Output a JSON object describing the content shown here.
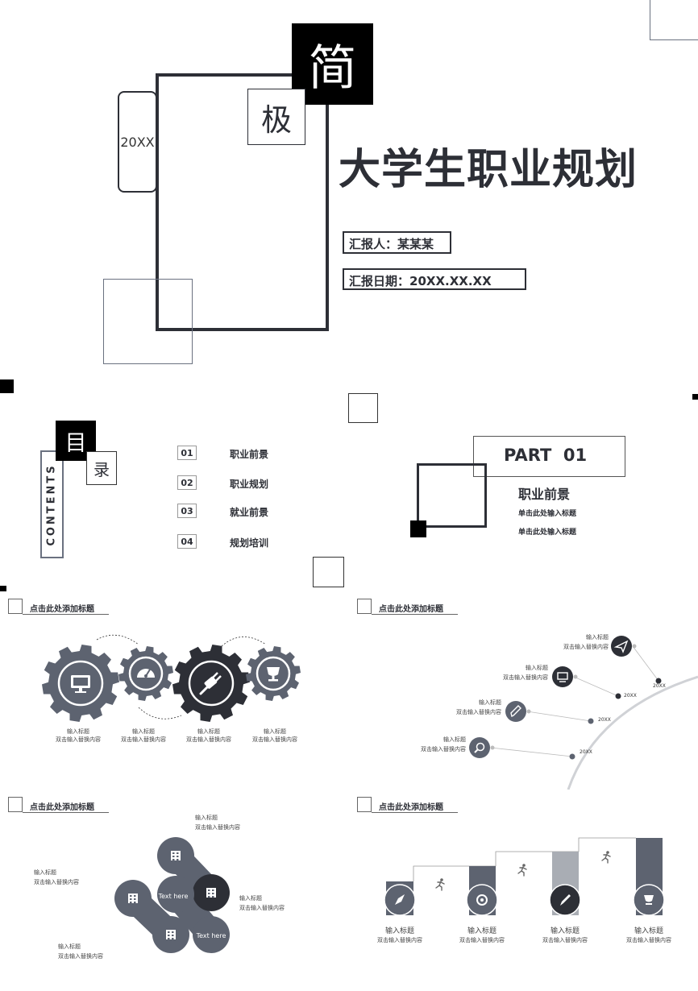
{
  "cover": {
    "jian": "简",
    "ji": "极",
    "year": "20XX",
    "title": "大学生职业规划",
    "reporter": "汇报人：某某某",
    "date": "汇报日期：20XX.XX.XX"
  },
  "toc": {
    "mu": "目",
    "lu": "录",
    "contents": "CONTENTS",
    "items": [
      {
        "num": "01",
        "label": "职业前景"
      },
      {
        "num": "02",
        "label": "职业规划"
      },
      {
        "num": "03",
        "label": "就业前景"
      },
      {
        "num": "04",
        "label": "规划培训"
      }
    ]
  },
  "part": {
    "label": "PART  01",
    "title": "职业前景",
    "sub1": "单击此处输入标题",
    "sub2": "单击此处输入标题"
  },
  "slide_heading": "点击此处添加标题",
  "gears": [
    {
      "title": "输入标题",
      "desc": "双击输入替换内容",
      "icon": "monitor-icon"
    },
    {
      "title": "输入标题",
      "desc": "双击输入替换内容",
      "icon": "speedometer-icon"
    },
    {
      "title": "输入标题",
      "desc": "双击输入替换内容",
      "icon": "plug-icon"
    },
    {
      "title": "输入标题",
      "desc": "双击输入替换内容",
      "icon": "trophy-icon"
    }
  ],
  "timeline": {
    "items": [
      {
        "title": "输入标题",
        "desc": "双击输入替换内容",
        "icon": "paper-plane-icon",
        "year": "20XX"
      },
      {
        "title": "输入标题",
        "desc": "双击输入替换内容",
        "icon": "monitor-icon",
        "year": "20XX"
      },
      {
        "title": "输入标题",
        "desc": "双击输入替换内容",
        "icon": "pencil-icon",
        "year": "20XX"
      },
      {
        "title": "输入标题",
        "desc": "双击输入替换内容",
        "icon": "search-icon",
        "year": "20XX"
      }
    ]
  },
  "flower": {
    "labels": [
      {
        "title": "输入标题",
        "desc": "双击输入替换内容"
      },
      {
        "title": "输入标题",
        "desc": "双击输入替换内容"
      },
      {
        "title": "输入标题",
        "desc": "双击输入替换内容"
      },
      {
        "title": "输入标题",
        "desc": "双击输入替换内容"
      }
    ],
    "center1": "Text here",
    "center2": "Text here"
  },
  "steps": {
    "items": [
      {
        "title": "输入标题",
        "desc": "双击输入替换内容",
        "icon": "rocket-icon"
      },
      {
        "title": "输入标题",
        "desc": "双击输入替换内容",
        "icon": "target-icon"
      },
      {
        "title": "输入标题",
        "desc": "双击输入替换内容",
        "icon": "brush-icon"
      },
      {
        "title": "输入标题",
        "desc": "双击输入替换内容",
        "icon": "trophy-icon"
      }
    ],
    "runner_icon": "runner-icon"
  },
  "colors": {
    "dark": "#2d2f36",
    "mid": "#5d6370",
    "light": "#a9adb4",
    "line": "#333333"
  }
}
